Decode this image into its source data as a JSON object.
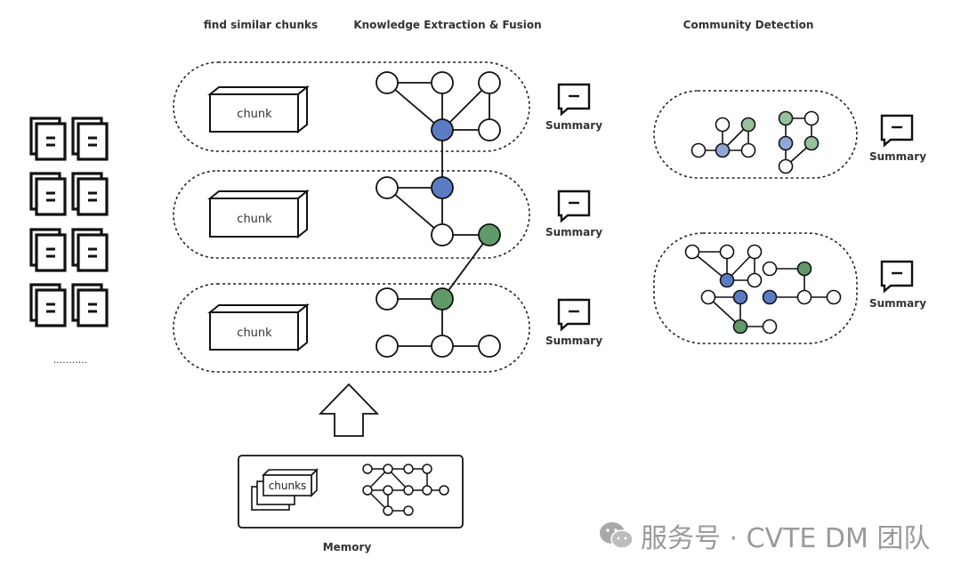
{
  "headers": {
    "find_similar": "find similar chunks",
    "knowledge_extraction": "Knowledge Extraction & Fusion",
    "community_detection": "Community Detection"
  },
  "chunk_rows": [
    {
      "chunk_label": "chunk",
      "summary_label": "Summary"
    },
    {
      "chunk_label": "chunk",
      "summary_label": "Summary"
    },
    {
      "chunk_label": "chunk",
      "summary_label": "Summary"
    }
  ],
  "communities": [
    {
      "summary_label": "Summary"
    },
    {
      "summary_label": "Summary"
    }
  ],
  "documents": {
    "count": 8,
    "ellipsis": "..........."
  },
  "memory": {
    "label": "Memory",
    "chunks_label": "chunks"
  },
  "watermark": {
    "text": "服务号 · CVTE DM 团队",
    "icon": "wechat-icon"
  },
  "colors": {
    "blue_node": "#5b7cc4",
    "green_node": "#5f9a68",
    "light_blue_node": "#8fa6d6",
    "light_green_node": "#97c09e",
    "stroke": "#111111",
    "watermark": "#9a9a9a"
  },
  "icons": {
    "documents": "document-stack-icon",
    "summary": "speech-bubble-icon",
    "arrow": "up-arrow-icon"
  }
}
